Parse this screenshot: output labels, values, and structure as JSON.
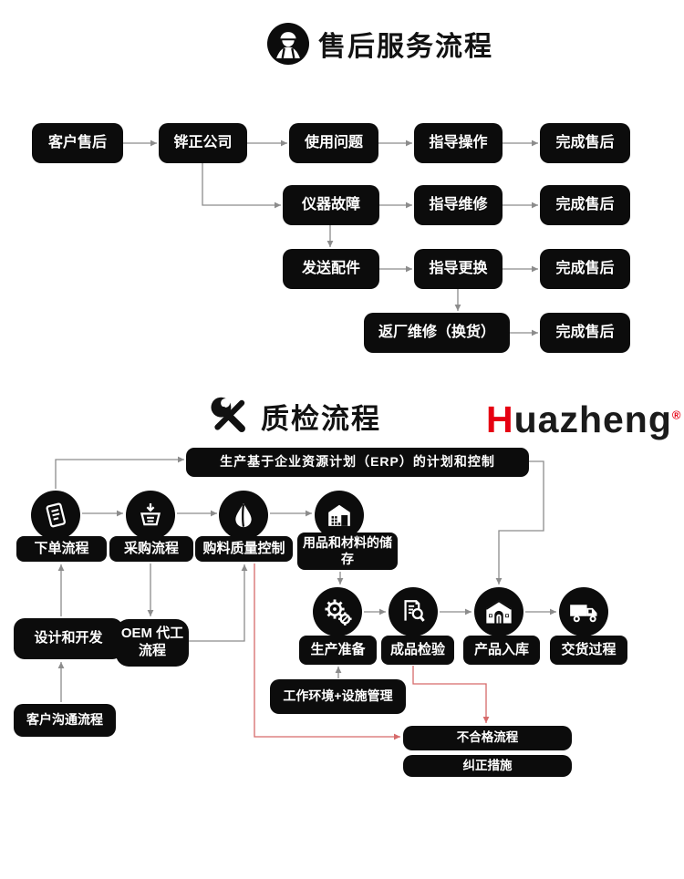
{
  "colors": {
    "box": "#0c0c0c",
    "box_text": "#ffffff",
    "arrow": "#8c8c8c",
    "red_line": "#d66a6a",
    "logo_red": "#e60012",
    "logo_black": "#1b1b1b"
  },
  "after_sales": {
    "title": "售后服务流程",
    "title_icon": "worker-icon",
    "nodes": {
      "customer": "客户售后",
      "company": "铧正公司",
      "usage_issue": "使用问题",
      "guide_operate": "指导操作",
      "done1": "完成售后",
      "fault": "仪器故障",
      "guide_repair": "指导维修",
      "done2": "完成售后",
      "send_parts": "发送配件",
      "guide_replace": "指导更换",
      "done3": "完成售后",
      "return_repair": "返厂维修（换货）",
      "done4": "完成售后"
    }
  },
  "quality": {
    "title": "质检流程",
    "title_icon": "tools-icon",
    "logo": {
      "lead": "H",
      "rest": "uazheng",
      "reg": "®"
    },
    "banner": "生产基于企业资源计划（ERP）的计划和控制",
    "stations": [
      {
        "icon": "order-icon",
        "label": "下单流程"
      },
      {
        "icon": "basket-icon",
        "label": "采购流程"
      },
      {
        "icon": "drop-icon",
        "label": "购料质量控制"
      },
      {
        "icon": "warehouse-icon",
        "label": "用品和材料的储存"
      },
      {
        "icon": "gears-icon",
        "label": "生产准备"
      },
      {
        "icon": "inspect-icon",
        "label": "成品检验"
      },
      {
        "icon": "store-icon",
        "label": "产品入库"
      },
      {
        "icon": "truck-icon",
        "label": "交货过程"
      }
    ],
    "nodes": {
      "design": "设计和开发",
      "oem": "OEM 代工流程",
      "customer_comm": "客户沟通流程",
      "work_env": "工作环境+设施管理",
      "nonconform": "不合格流程",
      "corrective": "纠正措施"
    }
  }
}
